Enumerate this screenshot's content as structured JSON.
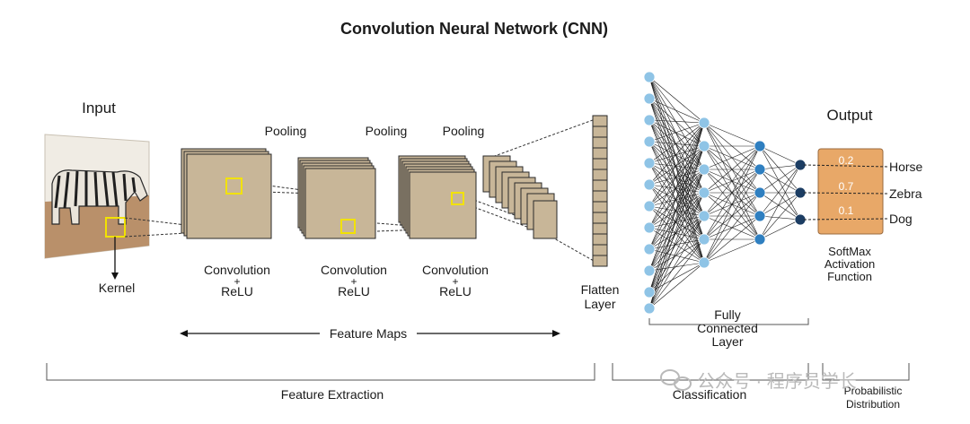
{
  "title": "Convolution  Neural  Network (CNN)",
  "labels": {
    "input": "Input",
    "kernel": "Kernel",
    "pooling": [
      "Pooling",
      "Pooling",
      "Pooling"
    ],
    "conv_stages": [
      {
        "line1": "Convolution",
        "line2": "+",
        "line3": "ReLU"
      },
      {
        "line1": "Convolution",
        "line2": "+",
        "line3": "ReLU"
      },
      {
        "line1": "Convolution",
        "line2": "+",
        "line3": "ReLU"
      }
    ],
    "feature_maps": "Feature  Maps",
    "flatten": {
      "line1": "Flatten",
      "line2": "Layer"
    },
    "fully_connected": {
      "line1": "Fully",
      "line2": "Connected",
      "line3": "Layer"
    },
    "output": "Output",
    "softmax": {
      "line1": "SoftMax",
      "line2": "Activation",
      "line3": "Function"
    },
    "feature_extraction": "Feature Extraction",
    "classification": "Classification",
    "probabilistic": {
      "line1": "Probabilistic",
      "line2": "Distribution"
    }
  },
  "outputs": [
    {
      "class": "Horse",
      "prob": "0.2"
    },
    {
      "class": "Zebra",
      "prob": "0.7"
    },
    {
      "class": "Dog",
      "prob": "0.1"
    }
  ],
  "watermark": "公众号 · 程序员学长",
  "colors": {
    "map_fill": "#c8b698",
    "map_stroke": "#2a2a2a",
    "kernel": "#f2e200",
    "node_light": "#8fc4e6",
    "node_mid": "#2f7fc0",
    "node_dark": "#1c3d63",
    "output_box": "#e8a868",
    "sand": "#b9906a"
  }
}
